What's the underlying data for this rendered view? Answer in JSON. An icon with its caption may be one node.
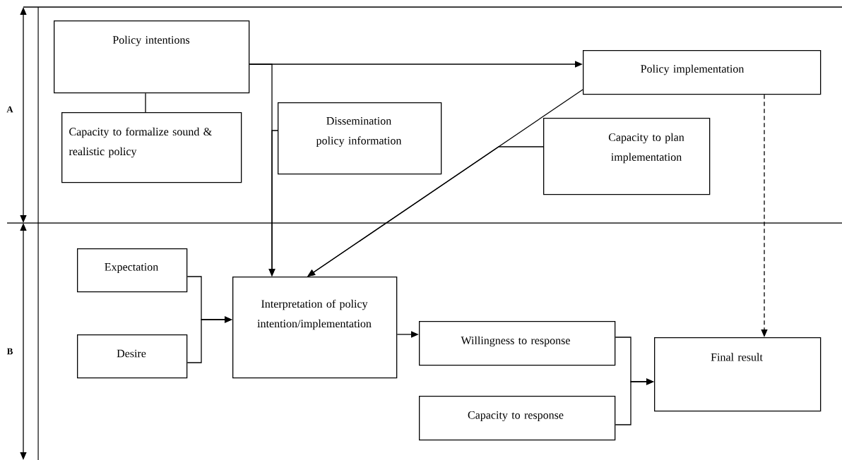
{
  "diagram": {
    "nodes": [
      {
        "text": [
          "Policy intentions"
        ]
      },
      {
        "text": [
          "Capacity to formalize sound & realistic policy"
        ]
      },
      {
        "text": [
          "Dissemination policy information"
        ]
      },
      {
        "text": [
          "Policy implementation"
        ]
      },
      {
        "text": [
          "Capacity to plan implementation"
        ]
      },
      {
        "text": [
          "Expectation"
        ]
      },
      {
        "text": [
          "Desire"
        ]
      },
      {
        "text": [
          "Interpretation of policy intention/implementation"
        ]
      },
      {
        "text": [
          "Willingness to response"
        ]
      },
      {
        "text": [
          "Capacity to response"
        ]
      },
      {
        "text": [
          "Final result"
        ]
      }
    ],
    "edges": [
      {
        "from": 0,
        "to": 3,
        "arrow": "to"
      },
      {
        "from": 0,
        "to": 1,
        "arrow": "none"
      },
      {
        "from": 0,
        "to": 7,
        "arrow": "to"
      },
      {
        "from": 2,
        "to": 7,
        "arrow": "to"
      },
      {
        "from": 3,
        "to": 7,
        "arrow": "to"
      },
      {
        "from": 4,
        "to": 7,
        "arrow": "to"
      },
      {
        "from": 5,
        "to": 7,
        "arrow": "to"
      },
      {
        "from": 6,
        "to": 7,
        "arrow": "to"
      },
      {
        "from": 7,
        "to": 8,
        "arrow": "to"
      },
      {
        "from": 8,
        "to": 10,
        "arrow": "to"
      },
      {
        "from": 9,
        "to": 10,
        "arrow": "to"
      },
      {
        "from": 3,
        "to": 10,
        "arrow": "to",
        "style": "dashed"
      }
    ],
    "labels": [
      "A",
      "B"
    ]
  }
}
